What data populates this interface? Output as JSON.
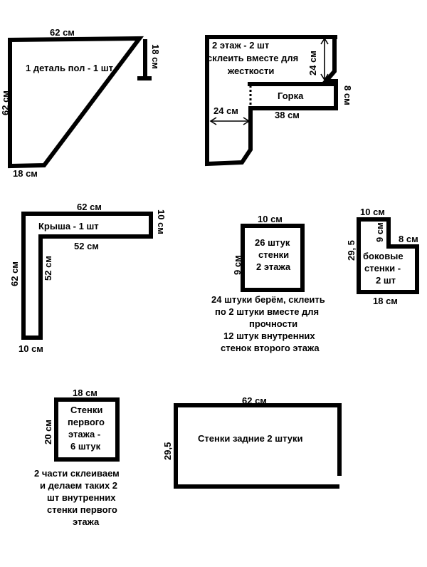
{
  "floor": {
    "label": "1 деталь пол - 1 шт",
    "dim_top": "62 см",
    "dim_right": "18 см",
    "dim_left": "62 см",
    "dim_bottom": "18 см"
  },
  "second_floor": {
    "label_line1": "2 этаж - 2 шт",
    "label_line2": "склеить вместе для",
    "label_line3": "жесткости",
    "dim_right": "24 см",
    "dim_left": "24 см",
    "slide_label": "Горка",
    "slide_dim_height": "8 см",
    "slide_dim_width": "38 см"
  },
  "roof": {
    "label": "Крыша -  1 шт",
    "dim_top": "62 см",
    "dim_right": "10 см",
    "dim_inner_horizontal": "52 см",
    "dim_left": "62 см",
    "dim_inner_vertical": "52 см",
    "dim_bottom": "10 см"
  },
  "second_floor_walls": {
    "dim_top": "10 см",
    "dim_left": "9 см",
    "label_line1": "26 штук",
    "label_line2": "стенки",
    "label_line3": "2 этажа",
    "note_line1": "24 штуки берём, склеить",
    "note_line2": "по 2 штуки вместе для",
    "note_line3": "прочности",
    "note_line4": "12 штук внутренних",
    "note_line5": "стенок второго этажа"
  },
  "side_walls": {
    "dim_top": "10 см",
    "dim_left": "29, 5",
    "dim_inner_vertical": "9 см",
    "dim_step": "8 см",
    "label_line1": "боковые",
    "label_line2": "стенки -",
    "label_line3": "2 шт",
    "dim_bottom": "18 см"
  },
  "first_floor_walls": {
    "dim_top": "18 см",
    "dim_left": "20 см",
    "label_line1": "Стенки",
    "label_line2": "первого",
    "label_line3": "этажа -",
    "label_line4": "6 штук",
    "note_line1": "2 части склеиваем",
    "note_line2": "и делаем таких 2",
    "note_line3": "шт внутренних",
    "note_line4": "стенки первого",
    "note_line5": "этажа"
  },
  "back_walls": {
    "dim_top": "62 см",
    "dim_left": "29,5",
    "label": "Стенки задние 2 штуки"
  }
}
